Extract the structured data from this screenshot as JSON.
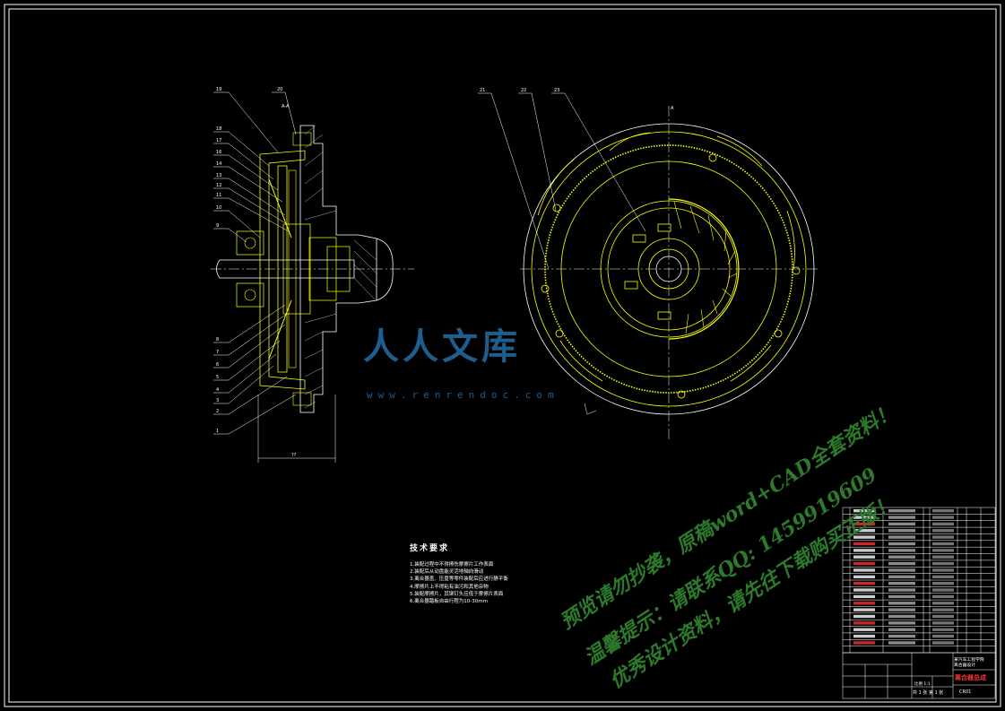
{
  "drawing": {
    "section_label": "A-A",
    "dimension_label": "??",
    "callouts_left": [
      "19",
      "18",
      "17",
      "16",
      "14",
      "13",
      "12",
      "11",
      "10",
      "9",
      "1",
      "8",
      "7",
      "6",
      "5",
      "4",
      "3",
      "2",
      "20"
    ],
    "callouts_right": [
      "21",
      "22",
      "23"
    ],
    "center_mark": "A"
  },
  "technical_requirements": {
    "title": "技术要求",
    "items": [
      "1.装配过程中不得擦伤摩擦片工作表面",
      "2.装配后从动盘能灵活地轴向滑动",
      "3.离合器盖、压盘等零件装配后应进行静平衡",
      "4.摩擦片上不得粘有油污和其他杂物",
      "5.装配摩擦片，其铆钉头应低于摩擦片表面",
      "6.离合器踏板自由行程为10-30mm"
    ]
  },
  "watermark": {
    "line1": "预览请勿抄袭，原稿word+CAD全套资料！",
    "line2": "温馨提示：请联系QQ: 1459919609",
    "line3": "优秀设计资料，请先往下载购买正版！",
    "logo_text": "人人文库",
    "logo_url": "www.renrendoc.com"
  },
  "title_block": {
    "school": "某汽车工程学院",
    "subtitle": "离合器设计",
    "drawing_name": "离合器总成",
    "code": "CR01",
    "sheet": "共 1 张  第 1 张",
    "scale": "比例 1:1",
    "bom_rows": 21
  },
  "colors": {
    "line": "#ffffff",
    "part": "#ffff00",
    "accent": "#ff3030",
    "watermark": "#2d7a2d",
    "logo": "#1f5e8c"
  }
}
